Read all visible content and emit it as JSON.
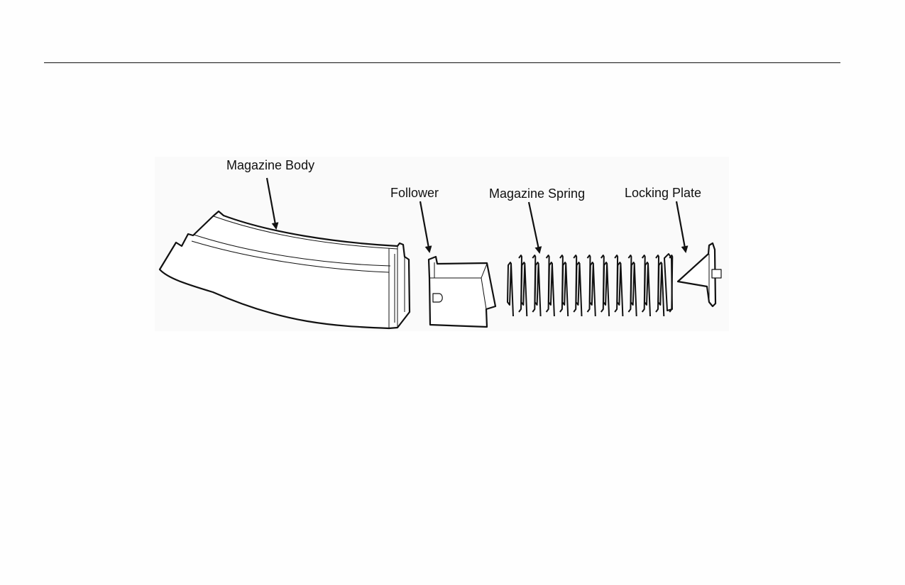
{
  "labels": {
    "magazine_body": "Magazine Body",
    "follower": "Follower",
    "magazine_spring": "Magazine Spring",
    "locking_plate": "Locking Plate"
  },
  "colors": {
    "line": "#111111",
    "panel": "#fafafa",
    "fill": "#ffffff"
  }
}
